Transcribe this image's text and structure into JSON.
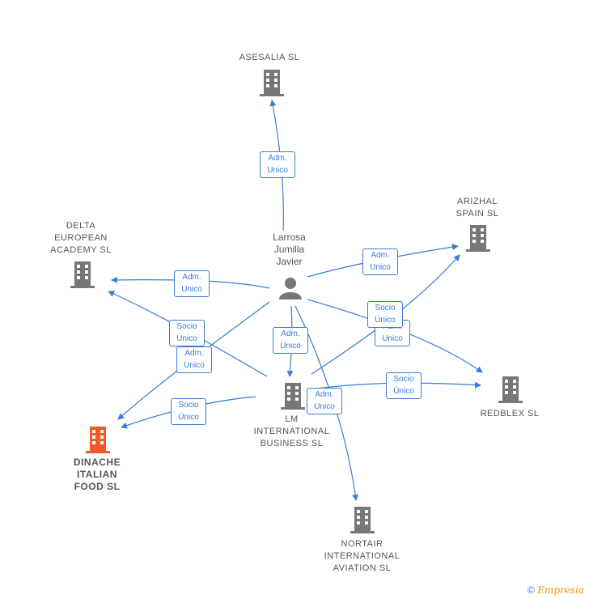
{
  "colors": {
    "edge": "#3a7bd5",
    "company": "#777777",
    "highlight": "#f05a24",
    "person": "#777777"
  },
  "nodes": {
    "asesalia": "ASESALIA  SL",
    "arizhal": "ARIZHAL\nSPAIN  SL",
    "delta": "DELTA\nEUROPEAN\nACADEMY  SL",
    "person": "Larrosa\nJumilla\nJavier",
    "lm": "LM\nINTERNATIONAL\nBUSINESS  SL",
    "redblex": "REDBLEX  SL",
    "dinache": "DINACHE\nITALIAN\nFOOD  SL",
    "nortair": "NORTAIR\nINTERNATIONAL\nAVIATION  SL"
  },
  "edge_labels": {
    "asesalia": "Adm.\nUnico",
    "arizhal": "Adm.\nUnico",
    "delta": "Adm.\nUnico",
    "lm": "Adm.\nUnico",
    "redblex_socio": "Socio\nÚnico",
    "redblex_adm": "Adm.\nUnico",
    "delta_socio": "Socio\nÚnico",
    "dinache_adm": "Adm.\nUnico",
    "dinache_socio": "Socio\nÚnico",
    "redblex_lm_socio": "Socio\nÚnico",
    "nortair": "Adm.\nUnico"
  },
  "credit": {
    "symbol": "©",
    "brand": "Empresia"
  }
}
